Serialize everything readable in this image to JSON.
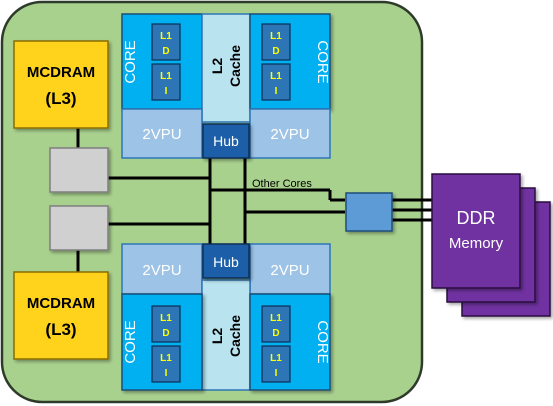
{
  "colors": {
    "board": "#a9d18e",
    "board_stroke": "#2f3b2a",
    "mcdram": "#ffd21f",
    "core": "#00b0f0",
    "l1": "#2e75b6",
    "l1_text": "#ffff00",
    "cache": "#b9e3ef",
    "vpu": "#9dc3e6",
    "hub": "#1f5fa8",
    "memctrl": "#5b9bd5",
    "ddr": "#7030a0",
    "io": "#d0d0d0",
    "wire": "#000000"
  },
  "mcdram_top": {
    "line1": "MCDRAM",
    "line2": "(L3)"
  },
  "mcdram_bottom": {
    "line1": "MCDRAM",
    "line2": "(L3)"
  },
  "tile_top": {
    "core_left": "CORE",
    "core_right": "CORE",
    "l1_labels": [
      "L1",
      "D",
      "L1",
      "I"
    ],
    "cache_line1": "L2",
    "cache_line2": "Cache",
    "vpu_left": "2VPU",
    "vpu_right": "2VPU",
    "hub": "Hub"
  },
  "tile_bottom": {
    "core_left": "CORE",
    "core_right": "CORE",
    "l1_labels": [
      "L1",
      "D",
      "L1",
      "I"
    ],
    "cache_line1": "L2",
    "cache_line2": "Cache",
    "vpu_left": "2VPU",
    "vpu_right": "2VPU",
    "hub": "Hub"
  },
  "other_cores": "Other Cores",
  "ddr": {
    "line1": "DDR",
    "line2": "Memory"
  }
}
